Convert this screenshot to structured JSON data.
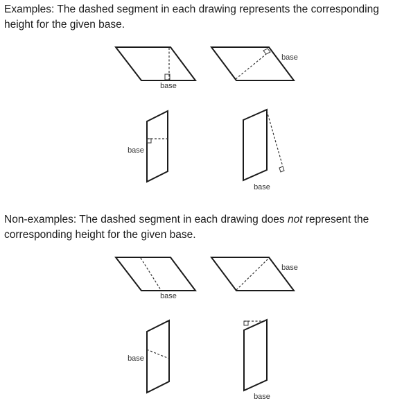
{
  "examples": {
    "intro": "Examples: The dashed segment in each drawing represents the corresponding height for the given base."
  },
  "non_examples": {
    "intro_before": "Non-examples: The dashed segment in each drawing does ",
    "intro_emphasis": "not",
    "intro_after": " represent the corresponding height for the given base."
  },
  "labels": {
    "base": "base"
  }
}
